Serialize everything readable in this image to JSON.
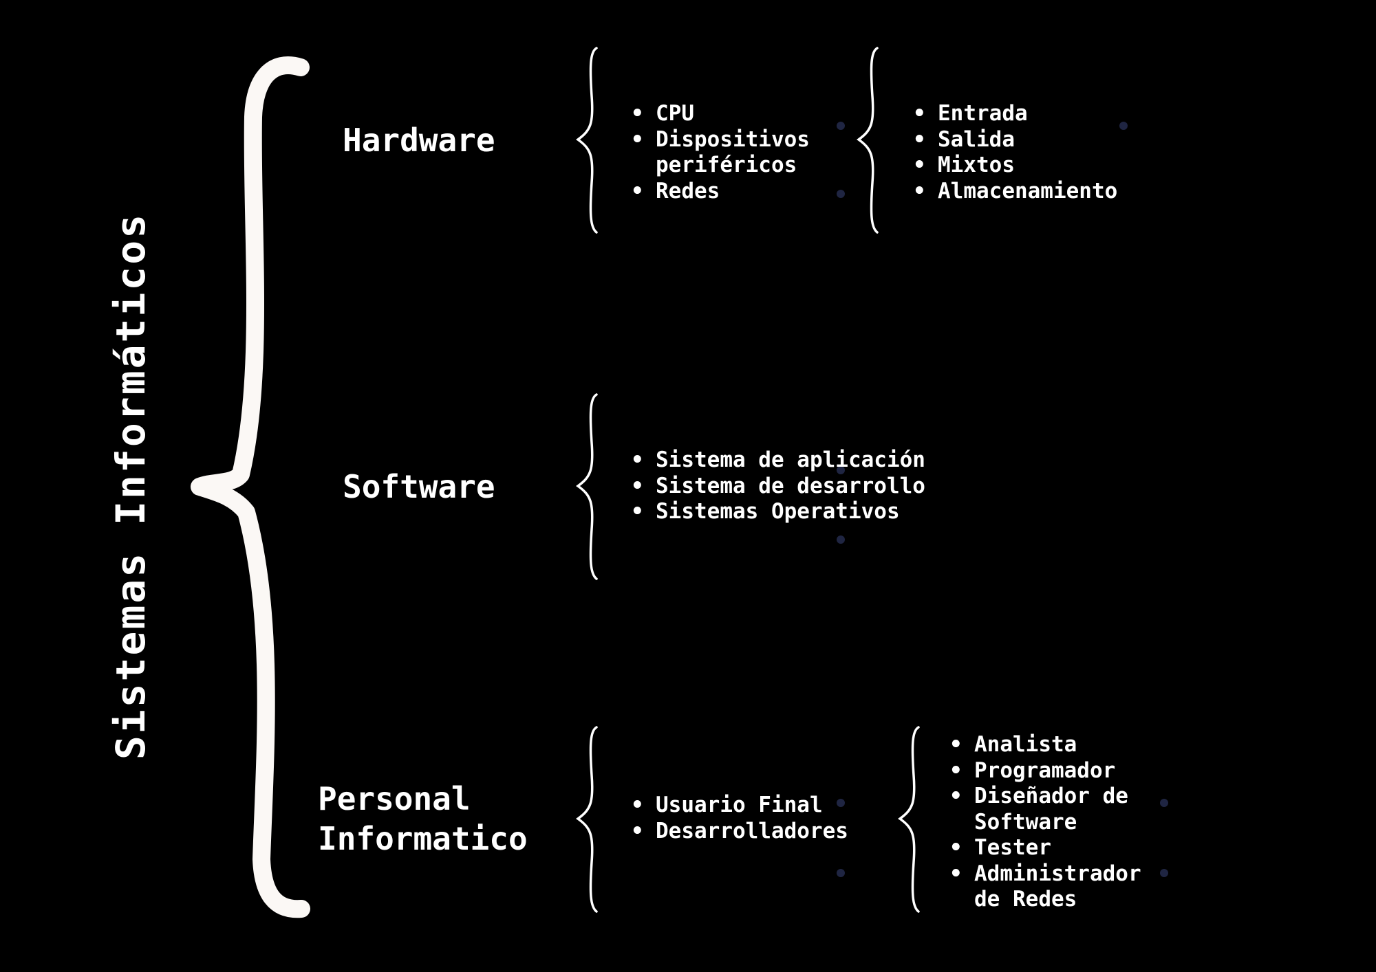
{
  "diagram": {
    "title": "Sistemas Informáticos",
    "categories": {
      "hardware": {
        "label": "Hardware",
        "items": [
          "CPU",
          "Dispositivos\nperiféricos",
          "Redes"
        ],
        "subitems": [
          "Entrada",
          "Salida",
          "Mixtos",
          "Almacenamiento"
        ]
      },
      "software": {
        "label": "Software",
        "items": [
          "Sistema de aplicación",
          "Sistema de desarrollo",
          "Sistemas Operativos"
        ]
      },
      "personal": {
        "label_line1": "Personal",
        "label_line2": "Informatico",
        "items": [
          "Usuario Final",
          "Desarrolladores"
        ],
        "subitems": [
          "Analista",
          "Programador",
          "Diseñador de\nSoftware",
          "Tester",
          "Administrador\nde Redes"
        ]
      }
    },
    "colors": {
      "background": "#000000",
      "text": "#ffffff",
      "main_bracket": "#fbf8f5"
    }
  }
}
